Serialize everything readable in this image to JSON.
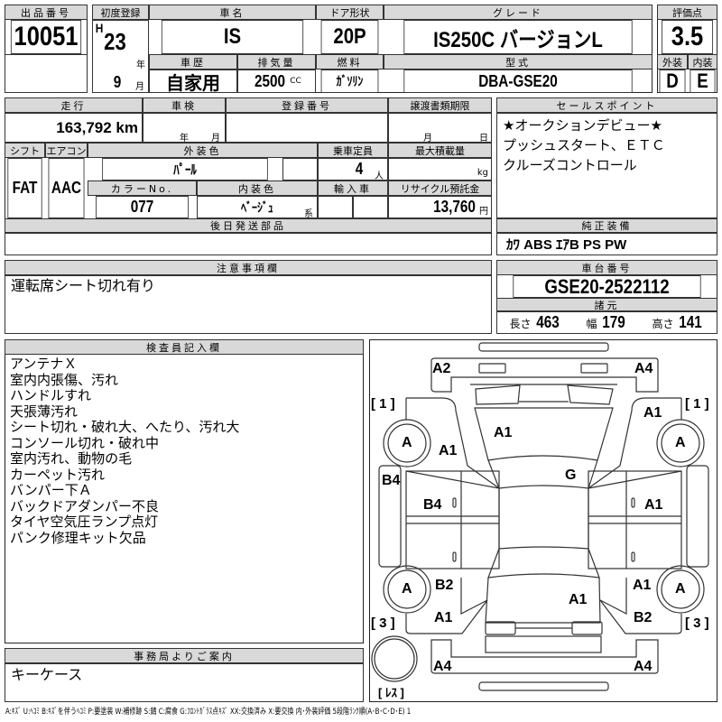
{
  "lot": {
    "label": "出品番号",
    "value": "10051"
  },
  "reg": {
    "label": "初度登録",
    "era": "H",
    "year": "23",
    "year_unit": "年",
    "month": "9",
    "month_unit": "月"
  },
  "car_name": {
    "label": "車名",
    "value": "IS"
  },
  "door": {
    "label": "ドア形状",
    "value": "20P"
  },
  "grade": {
    "label": "グレード",
    "value": "IS250C バージョンL"
  },
  "score": {
    "label": "評価点",
    "value": "3.5",
    "ext_label": "外装",
    "int_label": "内装",
    "ext": "D",
    "int": "E"
  },
  "history": {
    "label": "車歴",
    "value": "自家用"
  },
  "displacement": {
    "label": "排気量",
    "value": "2500",
    "unit": "CC"
  },
  "fuel": {
    "label": "燃料",
    "value": "ｶﾞｿﾘﾝ"
  },
  "model": {
    "label": "型式",
    "value": "DBA-GSE20"
  },
  "mileage": {
    "label": "走行",
    "value": "163,792 km"
  },
  "inspection": {
    "label": "車検",
    "year_unit": "年",
    "month_unit": "月"
  },
  "plate": {
    "label": "登録番号"
  },
  "transfer": {
    "label": "譲渡書類期限",
    "month_unit": "月",
    "day_unit": "日"
  },
  "shift": {
    "label": "シフト",
    "value": "FAT"
  },
  "ac": {
    "label": "エアコン",
    "value": "AAC"
  },
  "color": {
    "label": "外装色",
    "value": "ﾊﾟｰﾙ"
  },
  "capacity": {
    "label": "乗車定員",
    "value": "4",
    "unit": "人"
  },
  "max_load": {
    "label": "最大積載量",
    "unit": "kg"
  },
  "color_no": {
    "label": "カラーNo.",
    "value": "077"
  },
  "interior": {
    "label": "内装色",
    "value": "ﾍﾞｰｼﾞｭ",
    "unit": "系"
  },
  "import": {
    "label": "輸入車"
  },
  "recycle": {
    "label": "リサイクル預託金",
    "value": "13,760",
    "unit": "円"
  },
  "later_parts": {
    "label": "後日発送部品"
  },
  "sales_points": {
    "label": "セールスポイント",
    "text": "★オークションデビュー★\nプッシュスタート、ＥＴＣ\nクルーズコントロール"
  },
  "equipment": {
    "label": "純正装備",
    "value": "ｶﾜ ABS ｴｱB PS PW"
  },
  "notes": {
    "label": "注意事項欄",
    "text": "運転席シート切れ有り"
  },
  "chassis": {
    "label": "車台番号",
    "value": "GSE20-2522112"
  },
  "specs": {
    "label": "諸元",
    "length_label": "長さ",
    "length": "463",
    "width_label": "幅",
    "width": "179",
    "height_label": "高さ",
    "height": "141"
  },
  "inspector": {
    "label": "検査員記入欄",
    "text": "アンテナＸ\n室内内張傷、汚れ\nハンドルすれ\n天張薄汚れ\nシート切れ・破れ大、へたり、汚れ大\nコンソール切れ・破れ中\n室内汚れ、動物の毛\nカーペット汚れ\nバンパー下Ａ\nバックドアダンパー不良\nタイヤ空気圧ランプ点灯\nパンク修理キット欠品"
  },
  "office": {
    "label": "事務局よりご案内",
    "text": "キーケース"
  },
  "diagram": {
    "marks": [
      "A2",
      "A4",
      "A1",
      "A1",
      "A1",
      "G",
      "B4",
      "B4",
      "A1",
      "B2",
      "A1",
      "A1",
      "A1",
      "B2",
      "A4",
      "A4",
      "A",
      "A",
      "A",
      "A"
    ],
    "tire_fl": "[ 1 ]",
    "tire_fr": "[ 1 ]",
    "tire_rl": "[ 3 ]",
    "tire_rr": "[ 3 ]",
    "spare": "[ ﾚｽ ]"
  },
  "legend": "A:ｷｽﾞ U:ﾍｺﾐ B:ｷｽﾞを伴うﾍｺﾐ P:要塗装 W:補修跡 S:錆 C:腐食 G:ﾌﾛﾝﾄｶﾞﾗｽ点ｷｽﾞ XX:交換済み X:要交換 内･外装評価 5段階ﾗﾝｸ順(A･B･C･D･E) 1"
}
